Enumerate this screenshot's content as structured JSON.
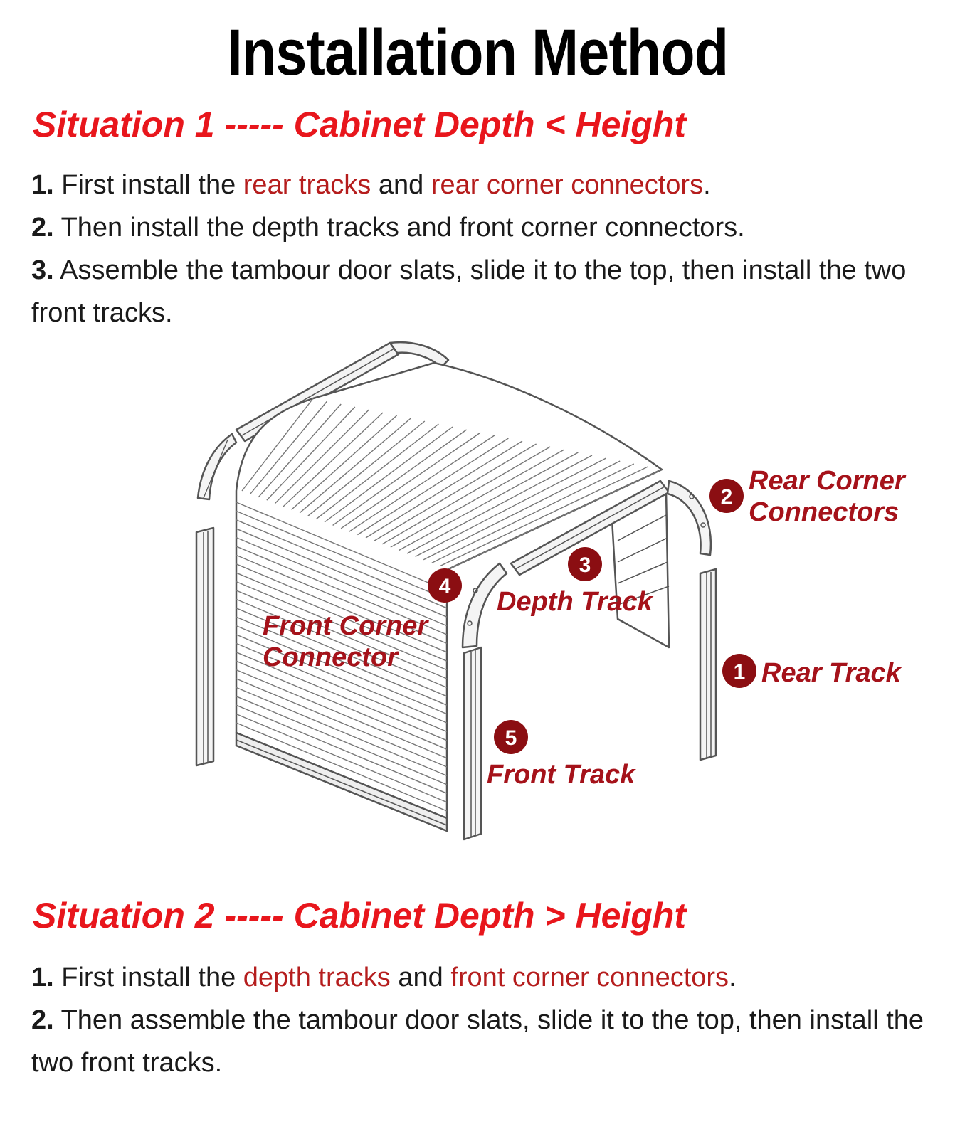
{
  "title": "Installation Method",
  "situation1": {
    "heading": "Situation 1 ----- Cabinet Depth < Height",
    "steps": [
      {
        "num": "1.",
        "parts": [
          " First install the ",
          "rear tracks",
          " and ",
          "rear corner connectors",
          "."
        ]
      },
      {
        "num": "2.",
        "text": " Then install the depth tracks and front corner connectors."
      },
      {
        "num": "3.",
        "text": " Assemble the tambour door slats, slide it to the top, then install the two front tracks."
      }
    ]
  },
  "diagram": {
    "callouts": [
      {
        "num": "1",
        "label": "Rear Track"
      },
      {
        "num": "2",
        "label_line1": "Rear Corner",
        "label_line2": "Connectors"
      },
      {
        "num": "3",
        "label": "Depth Track"
      },
      {
        "num": "4",
        "label_line1": "Front Corner",
        "label_line2": "Connector"
      },
      {
        "num": "5",
        "label": "Front Track"
      }
    ],
    "colors": {
      "badge": "#8b0e12",
      "label": "#a5121a",
      "line": "#555555"
    }
  },
  "situation2": {
    "heading": "Situation 2 ----- Cabinet Depth > Height",
    "steps": [
      {
        "num": "1.",
        "parts": [
          " First install the ",
          "depth tracks",
          " and ",
          "front corner connectors",
          "."
        ]
      },
      {
        "num": "2.",
        "text": " Then assemble the tambour door slats, slide it to the top, then install the two front tracks."
      }
    ]
  },
  "colors": {
    "heading_red": "#e8161c",
    "text_red": "#b51d1d"
  }
}
